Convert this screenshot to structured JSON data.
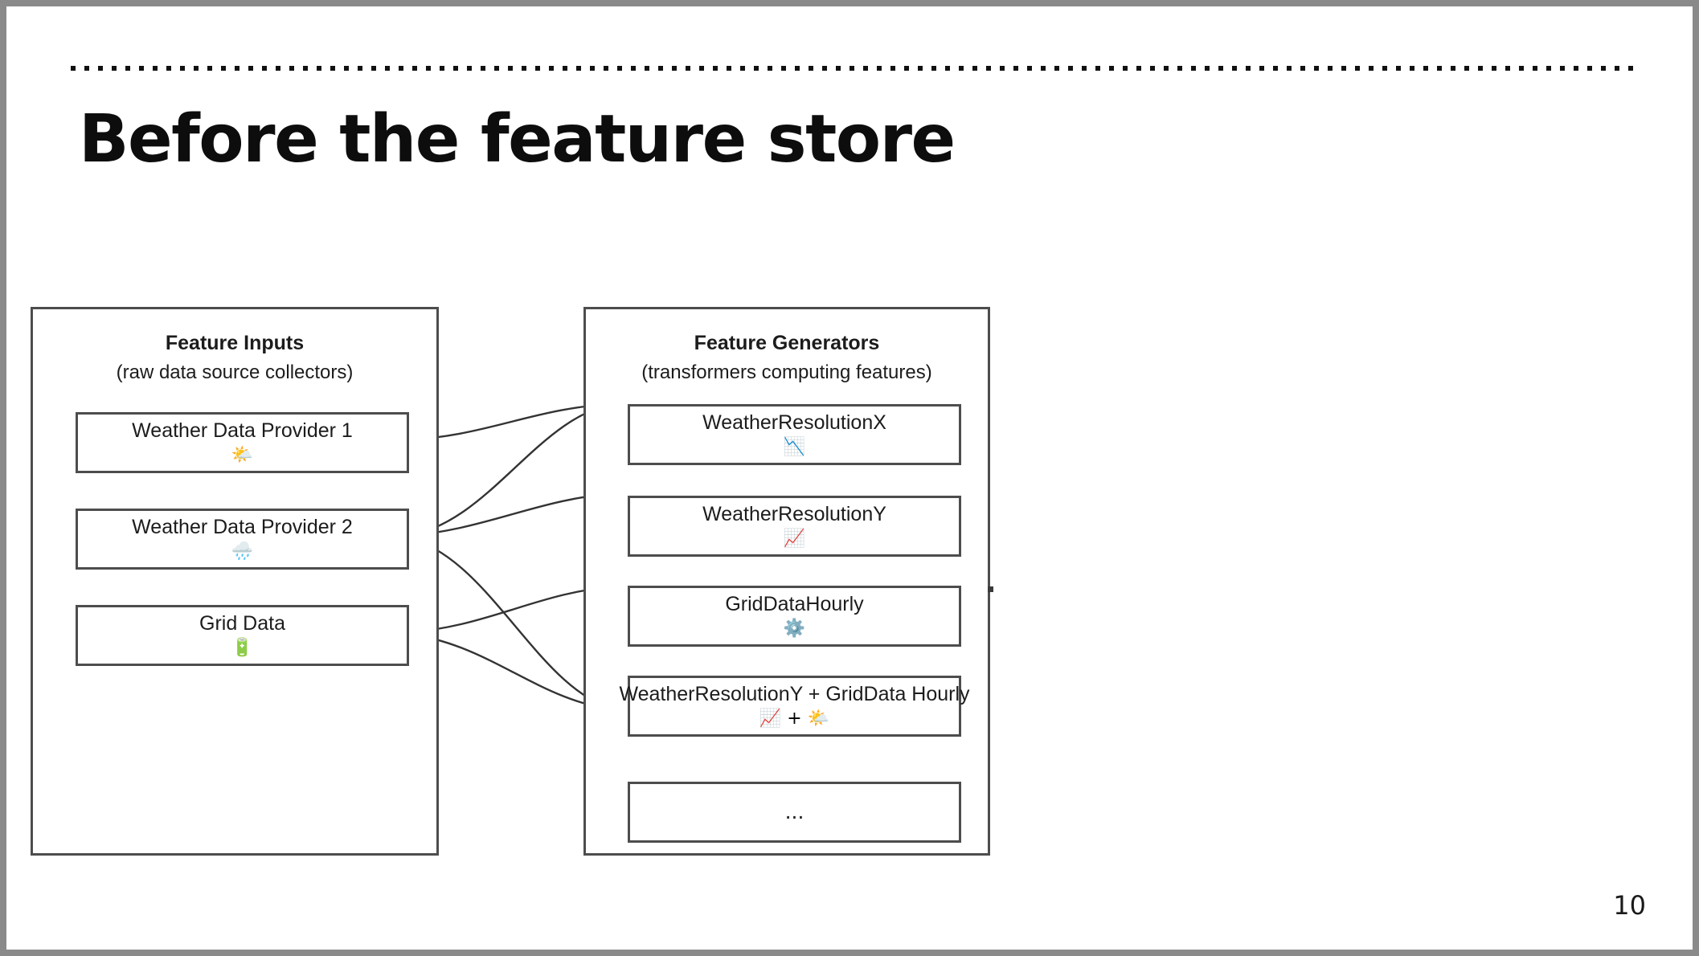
{
  "slide": {
    "title": "Before the feature store",
    "page_number": "10",
    "divider": "dotted-rule"
  },
  "diagram": {
    "panels": [
      {
        "id": "feature-inputs",
        "heading": "Feature Inputs",
        "subheading": "(raw data source collectors)",
        "nodes": [
          {
            "label": "Weather Data Provider 1",
            "emoji": "🌤️",
            "icon_name": "sun-behind-cloud-icon"
          },
          {
            "label": "Weather Data Provider 2",
            "emoji": "🌧️",
            "icon_name": "cloud-with-rain-icon"
          },
          {
            "label": "Grid Data",
            "emoji": "🔋",
            "icon_name": "battery-icon"
          }
        ]
      },
      {
        "id": "feature-generators",
        "heading": "Feature Generators",
        "subheading": "(transformers computing features)",
        "nodes": [
          {
            "label": "WeatherResolutionX",
            "emoji": "📉",
            "icon_name": "chart-decreasing-icon"
          },
          {
            "label": "WeatherResolutionY",
            "emoji": "📈",
            "icon_name": "chart-increasing-icon"
          },
          {
            "label": "GridDataHourly",
            "emoji": "⚙️",
            "icon_name": "gear-icon"
          },
          {
            "label": "WeatherResolutionY + GridData Hourly",
            "emoji": "📈 + 🌤️",
            "icon_name": "chart-increasing-plus-sun-behind-cloud-icon"
          },
          {
            "label": "",
            "emoji": "...",
            "icon_name": "ellipsis-icon"
          }
        ]
      }
    ],
    "connections": [
      {
        "from": "Weather Data Provider 1",
        "to": "WeatherResolutionX"
      },
      {
        "from": "Weather Data Provider 2",
        "to": "WeatherResolutionX"
      },
      {
        "from": "Weather Data Provider 2",
        "to": "WeatherResolutionY"
      },
      {
        "from": "Weather Data Provider 2",
        "to": "WeatherResolutionY + GridData Hourly"
      },
      {
        "from": "Grid Data",
        "to": "GridDataHourly"
      },
      {
        "from": "Grid Data",
        "to": "WeatherResolutionY + GridData Hourly"
      }
    ]
  },
  "colors": {
    "frame": "#8a8a8a",
    "slide_background": "#ffffff",
    "box_border": "#4d4d4d",
    "text": "#1c1c1c",
    "edge": "#333333"
  }
}
